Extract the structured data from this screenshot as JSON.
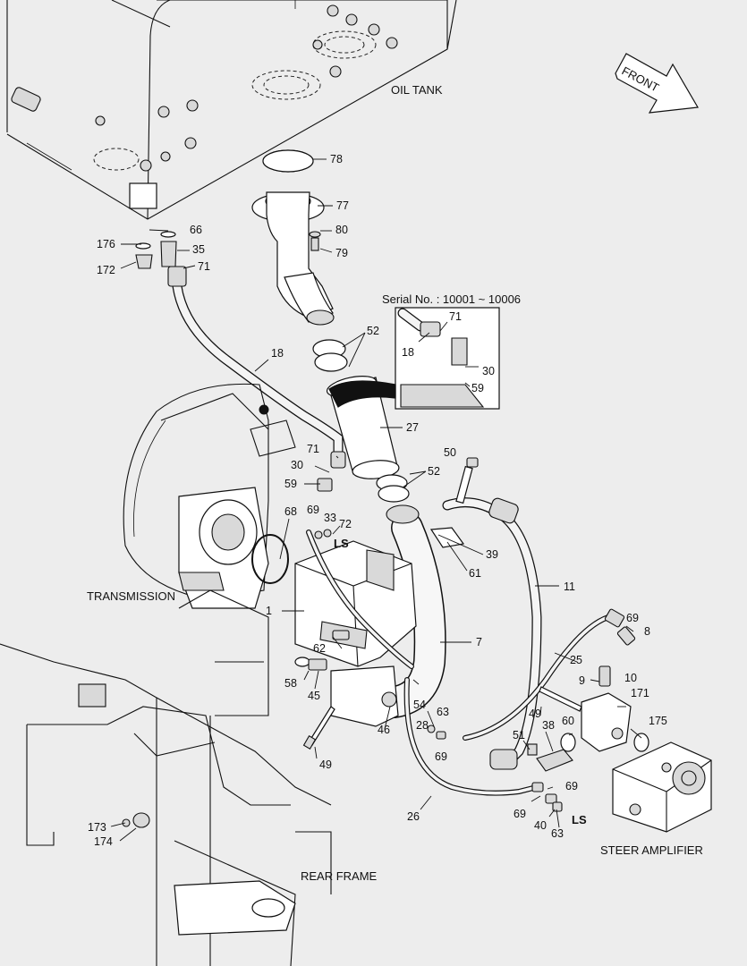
{
  "labels": {
    "oil_tank": "OIL TANK",
    "front": "FRONT",
    "transmission": "TRANSMISSION",
    "rear_frame": "REAR FRAME",
    "steer_amplifier": "STEER AMPLIFIER",
    "serial_no": "Serial No. : 10001 ~ 10006",
    "ls_upper": "LS",
    "ls_lower": "LS"
  },
  "callouts": {
    "p78": "78",
    "p77": "77",
    "p80": "80",
    "p79": "79",
    "p66": "66",
    "p176": "176",
    "p35": "35",
    "p172": "172",
    "p71a": "71",
    "p18": "18",
    "p52a": "52",
    "inset_71": "71",
    "inset_18": "18",
    "inset_30": "30",
    "inset_59": "59",
    "p27": "27",
    "p50": "50",
    "p71b": "71",
    "p30": "30",
    "p59": "59",
    "p52b": "52",
    "p68": "68",
    "p69a": "69",
    "p33": "33",
    "p72": "72",
    "p39": "39",
    "p61": "61",
    "p11": "11",
    "p1": "1",
    "p7": "7",
    "p69b": "69",
    "p8": "8",
    "p62": "62",
    "p25": "25",
    "p58": "58",
    "p45": "45",
    "p9": "9",
    "p10": "10",
    "p54": "54",
    "p171": "171",
    "p46": "46",
    "p63a": "63",
    "p49a": "49",
    "p28": "28",
    "p69c": "69",
    "p38": "38",
    "p60": "60",
    "p175": "175",
    "p49b": "49",
    "p51": "51",
    "p69d": "69",
    "p69e": "69",
    "p40": "40",
    "p63b": "63",
    "p26": "26",
    "p173": "173",
    "p174": "174"
  }
}
